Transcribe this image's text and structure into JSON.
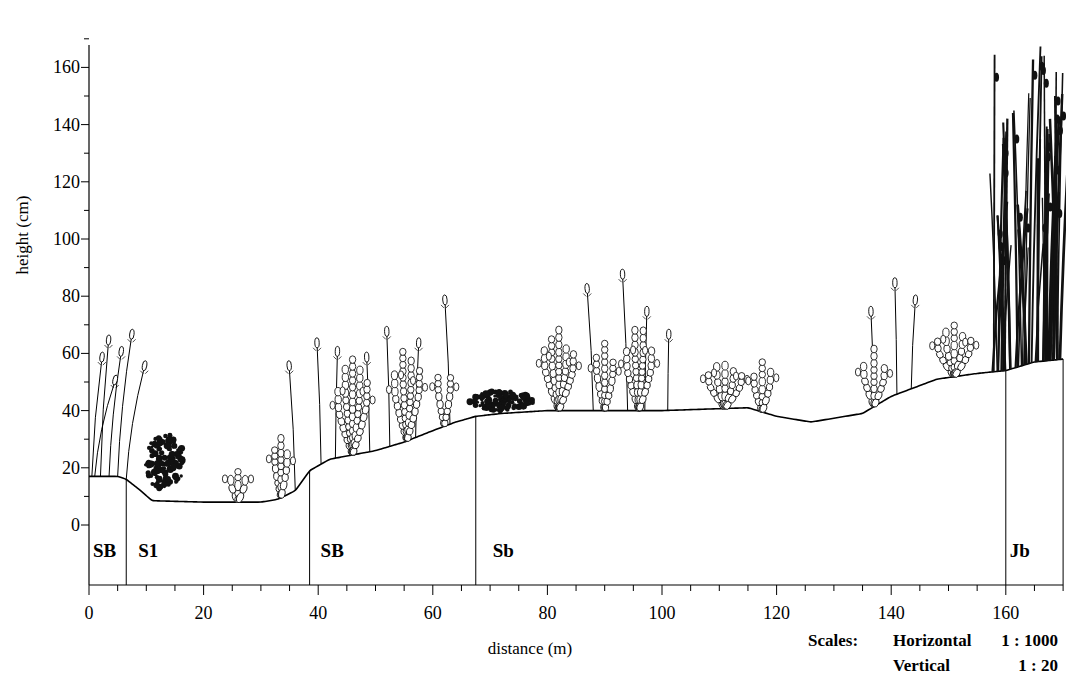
{
  "diagram": {
    "nodes": [
      {
        "text": [
          "SB"
        ]
      },
      {
        "text": [
          "S1"
        ]
      },
      {
        "text": [
          "SB"
        ]
      },
      {
        "text": [
          "Sb"
        ]
      },
      {
        "text": [
          "Jb"
        ]
      }
    ],
    "labels": [
      "height (cm)",
      "0",
      "20",
      "40",
      "60",
      "80",
      "100",
      "120",
      "140",
      "160",
      "0",
      "20",
      "40",
      "60",
      "80",
      "100",
      "120",
      "140",
      "160",
      "distance (m)",
      "Scales:",
      "Horizontal",
      "1 : 1000",
      "Vertical",
      "1 : 20"
    ]
  }
}
